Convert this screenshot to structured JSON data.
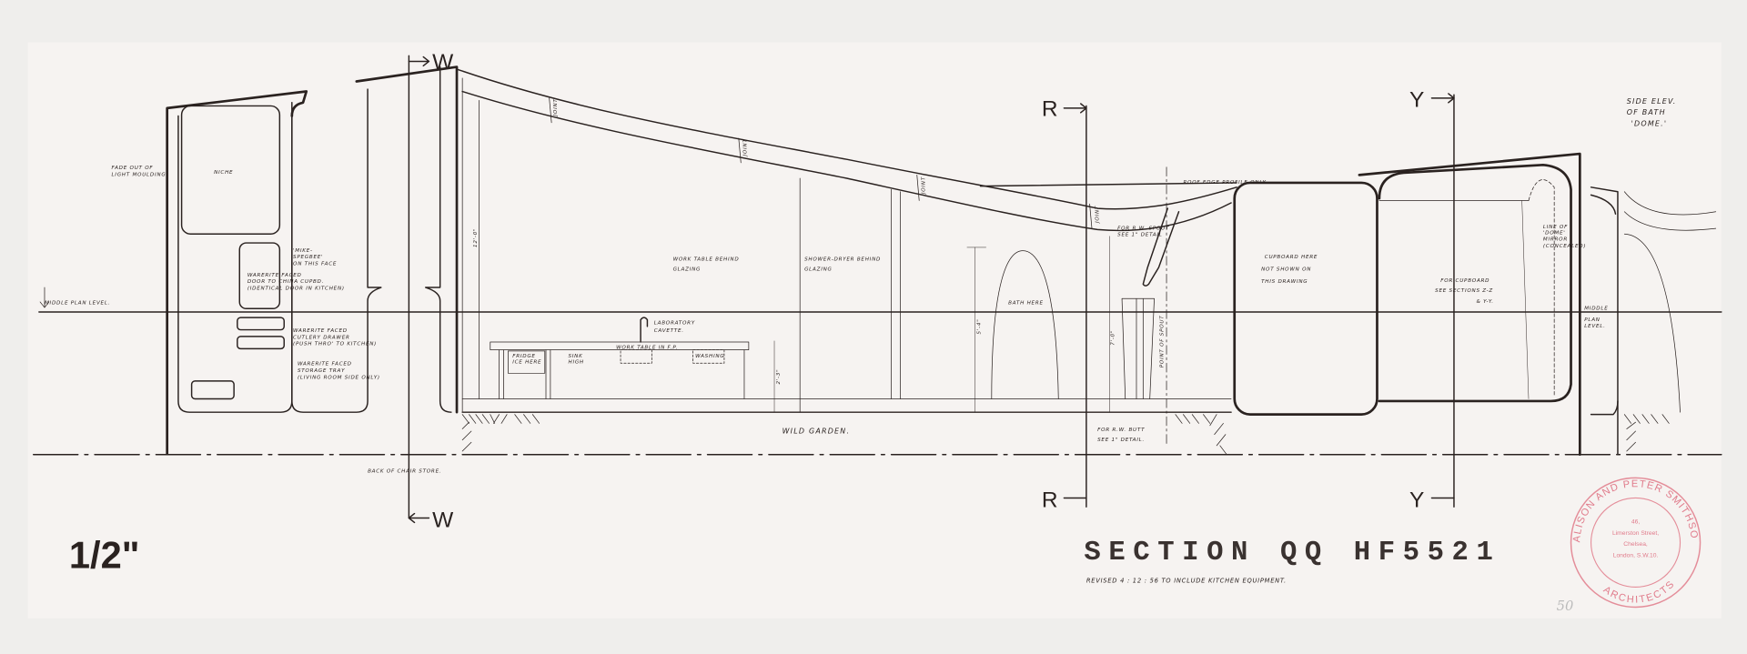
{
  "drawing": {
    "title": "SECTION QQ HF5521",
    "revision_note": "REVISED 4 : 12 : 56 TO INCLUDE KITCHEN EQUIPMENT.",
    "scale": "1/2\"",
    "pencil_number": "50",
    "section_markers": {
      "w": "W",
      "r": "R",
      "y": "Y"
    },
    "labels": {
      "side_elev": [
        "SIDE ELEV.",
        "OF BATH",
        "'DOME.'"
      ],
      "middle_plan_level": "MIDDLE PLAN LEVEL.",
      "middle_plan_level_right": [
        "MIDDLE",
        "PLAN",
        "LEVEL."
      ],
      "fade_out": [
        "FADE OUT OF",
        "LIGHT MOULDING"
      ],
      "niche": "NICHE",
      "mike_spegbee": [
        "'MIKE-",
        "SPEGBEE'",
        "ON THIS FACE"
      ],
      "warerite_door": [
        "WARERITE FACED",
        "DOOR TO CHINA CUPBD.",
        "(IDENTICAL DOOR IN KITCHEN)"
      ],
      "warerite_drawer": [
        "WARERITE FACED",
        "CUTLERY DRAWER",
        "(PUSH THRO' TO KITCHEN)"
      ],
      "warerite_tray": [
        "WARERITE FACED",
        "STORAGE TRAY",
        "(LIVING ROOM SIDE ONLY)"
      ],
      "back_of_chair_store": "BACK OF CHAIR STORE.",
      "work_table_behind": [
        "WORK TABLE BEHIND",
        "GLAZING"
      ],
      "shower_dryer_behind": [
        "SHOWER-DRYER BEHIND",
        "GLAZING"
      ],
      "laboratory_cavette": [
        "LABORATORY",
        "CAVETTE."
      ],
      "work_table_in": "WORK TABLE IN F.P.",
      "fridge": [
        "FRIDGE",
        "ICE HERE"
      ],
      "sink": [
        "SINK",
        "HIGH"
      ],
      "washing": "WASHING",
      "wild_garden": "WILD GARDEN.",
      "bath_here": "BATH HERE",
      "roof_edge": "ROOF EDGE PROFILE ONLY",
      "rw_pipe_top": [
        "FOR R.W. SPOUT",
        "SEE 1\" DETAIL"
      ],
      "rw_butt": [
        "FOR R.W. BUTT",
        "SEE 1\" DETAIL."
      ],
      "point_of_spout": "POINT OF SPOUT",
      "cupboard_here": [
        "CUPBOARD HERE",
        "NOT SHOWN ON",
        "THIS DRAWING"
      ],
      "for_cupboard": [
        "FOR CUPBOARD",
        "SEE SECTIONS Z-Z",
        "& Y-Y."
      ],
      "line_of_dome": [
        "LINE OF",
        "'DOME'",
        "MIRROR",
        "(CONCEALED)"
      ],
      "joint": "JOINT",
      "dims": {
        "height_a": "12'-0\"",
        "table_h": "2'-3\"",
        "dome_h": "5'-4\"",
        "duct_h": "7'-0\""
      }
    },
    "stamp": {
      "ring_top": "ALISON AND PETER SMITHSON",
      "ring_bottom": "ARCHITECTS",
      "address": [
        "46,",
        "Limerston Street,",
        "Chelsea,",
        "London, S.W.10."
      ],
      "color": "#e07a8a"
    }
  }
}
